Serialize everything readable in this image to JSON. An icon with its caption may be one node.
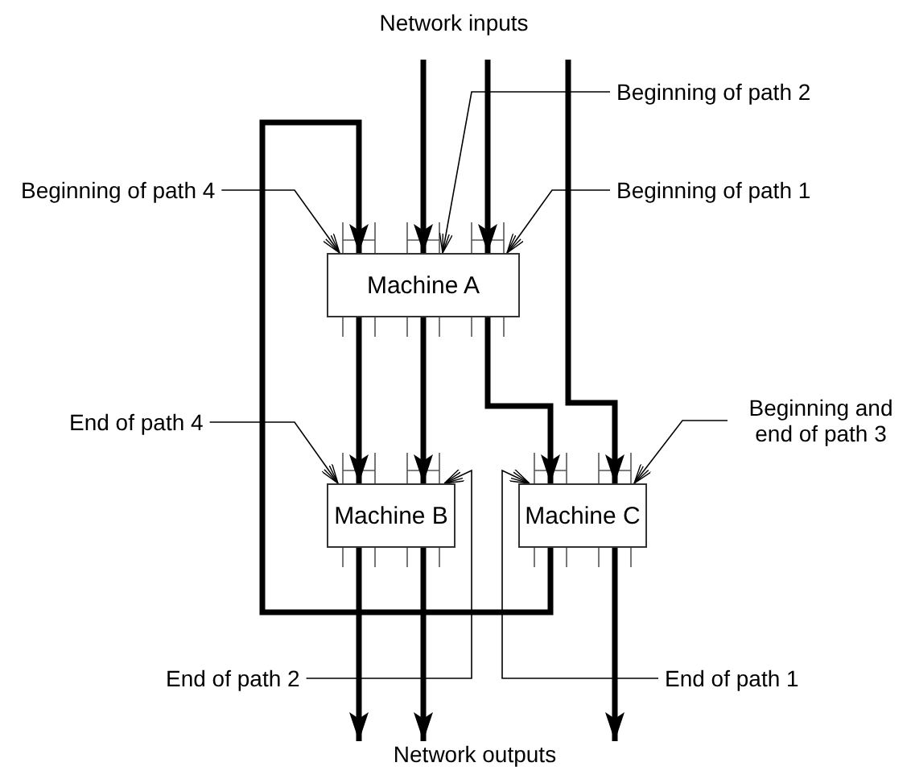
{
  "diagram": {
    "nodes": [
      {
        "text": [
          "Machine A"
        ]
      },
      {
        "text": [
          "Machine B"
        ]
      },
      {
        "text": [
          "Machine C"
        ]
      },
      {
        "text": [
          "Beginning of path 2"
        ]
      },
      {
        "text": [
          "Beginning of path 4"
        ]
      },
      {
        "text": [
          "Beginning of path 1"
        ]
      },
      {
        "text": [
          "End of path 4"
        ]
      },
      {
        "text": [
          "Beginning and end of path 3"
        ]
      },
      {
        "text": [
          "End of path 2"
        ]
      },
      {
        "text": [
          "End of path 1"
        ]
      },
      {
        "text": [
          "Network outputs"
        ]
      }
    ],
    "edges": [
      {
        "from": null,
        "to": 0,
        "arrow": "to"
      },
      {
        "from": null,
        "to": 0,
        "arrow": "to"
      },
      {
        "from": null,
        "to": 2,
        "arrow": "to"
      },
      {
        "from": 2,
        "to": 0,
        "arrow": "to"
      },
      {
        "from": 0,
        "to": 1,
        "arrow": "to"
      },
      {
        "from": 0,
        "to": 1,
        "arrow": "to"
      },
      {
        "from": 0,
        "to": 2,
        "arrow": "to"
      },
      {
        "from": 1,
        "to": 10,
        "arrow": "to"
      },
      {
        "from": 1,
        "to": 10,
        "arrow": "to"
      },
      {
        "from": 2,
        "to": 10,
        "arrow": "to"
      },
      {
        "from": 3,
        "to": 0,
        "arrow": "to"
      },
      {
        "from": 4,
        "to": 0,
        "arrow": "to"
      },
      {
        "from": 5,
        "to": 0,
        "arrow": "to"
      },
      {
        "from": 6,
        "to": 1,
        "arrow": "to"
      },
      {
        "from": 7,
        "to": 2,
        "arrow": "to"
      },
      {
        "from": 8,
        "to": 1,
        "arrow": "to"
      },
      {
        "from": 9,
        "to": 2,
        "arrow": "to"
      }
    ],
    "labels": [
      "Network inputs"
    ]
  }
}
